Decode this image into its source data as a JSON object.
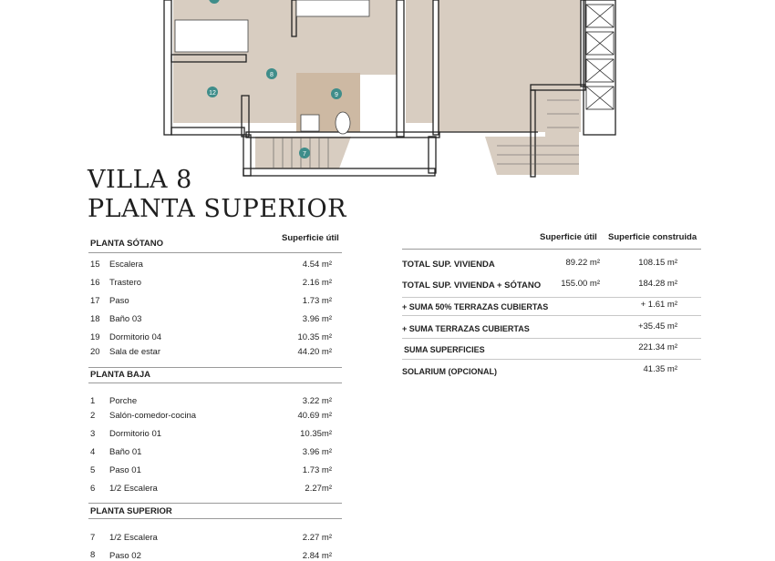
{
  "title": {
    "line1": "VILLA 8",
    "line2": "PLANTA SUPERIOR"
  },
  "plan": {
    "room_markers": [
      "8",
      "9",
      "12",
      "7"
    ],
    "colors": {
      "floor": "#d8cdc1",
      "floor_dark": "#cdb9a3",
      "marker": "#3f8d8a"
    }
  },
  "left_table": {
    "column_header": "Superficie útil",
    "sections": [
      {
        "title": "PLANTA SÓTANO",
        "rows": [
          {
            "num": "15",
            "name": "Escalera",
            "area": "4.54 m²"
          },
          {
            "num": "16",
            "name": "Trastero",
            "area": "2.16 m²"
          },
          {
            "num": "17",
            "name": "Paso",
            "area": "1.73 m²"
          },
          {
            "num": "18",
            "name": "Baño 03",
            "area": "3.96 m²"
          },
          {
            "num": "19",
            "name": "Dormitorio 04",
            "area": "10.35 m²"
          },
          {
            "num": "20",
            "name": "Sala de estar",
            "area": "44.20 m²"
          }
        ]
      },
      {
        "title": "PLANTA BAJA",
        "rows": [
          {
            "num": "1",
            "name": "Porche",
            "area": "3.22 m²"
          },
          {
            "num": "2",
            "name": "Salón-comedor-cocina",
            "area": "40.69 m²"
          },
          {
            "num": "3",
            "name": "Dormitorio 01",
            "area": "10.35m²"
          },
          {
            "num": "4",
            "name": "Baño 01",
            "area": "3.96 m²"
          },
          {
            "num": "5",
            "name": "Paso 01",
            "area": "1.73 m²"
          },
          {
            "num": "6",
            "name": "1/2 Escalera",
            "area": "2.27m²"
          }
        ]
      },
      {
        "title": "PLANTA SUPERIOR",
        "rows": [
          {
            "num": "7",
            "name": "1/2 Escalera",
            "area": "2.27 m²"
          },
          {
            "num": "8",
            "name": "Paso 02",
            "area": "2.84 m²"
          }
        ]
      }
    ]
  },
  "right_table": {
    "headers": {
      "util": "Superficie útil",
      "construida": "Superficie construida"
    },
    "rows": [
      {
        "label": "TOTAL SUP. VIVIENDA",
        "util": "89.22 m²",
        "construida": "108.15 m²"
      },
      {
        "label": "TOTAL SUP. VIVIENDA + SÓTANO",
        "util": "155.00  m²",
        "construida": "184.28 m²"
      },
      {
        "label": "+ SUMA 50% TERRAZAS CUBIERTAS",
        "util": "",
        "construida": "+ 1.61 m²"
      },
      {
        "label": "+ SUMA TERRAZAS CUBIERTAS",
        "util": "",
        "construida": "+35.45 m²"
      },
      {
        "label": "SUMA SUPERFICIES",
        "util": "",
        "construida": "221.34 m²"
      },
      {
        "label": "SOLARIUM (OPCIONAL)",
        "util": "",
        "construida": "41.35 m²"
      }
    ]
  }
}
